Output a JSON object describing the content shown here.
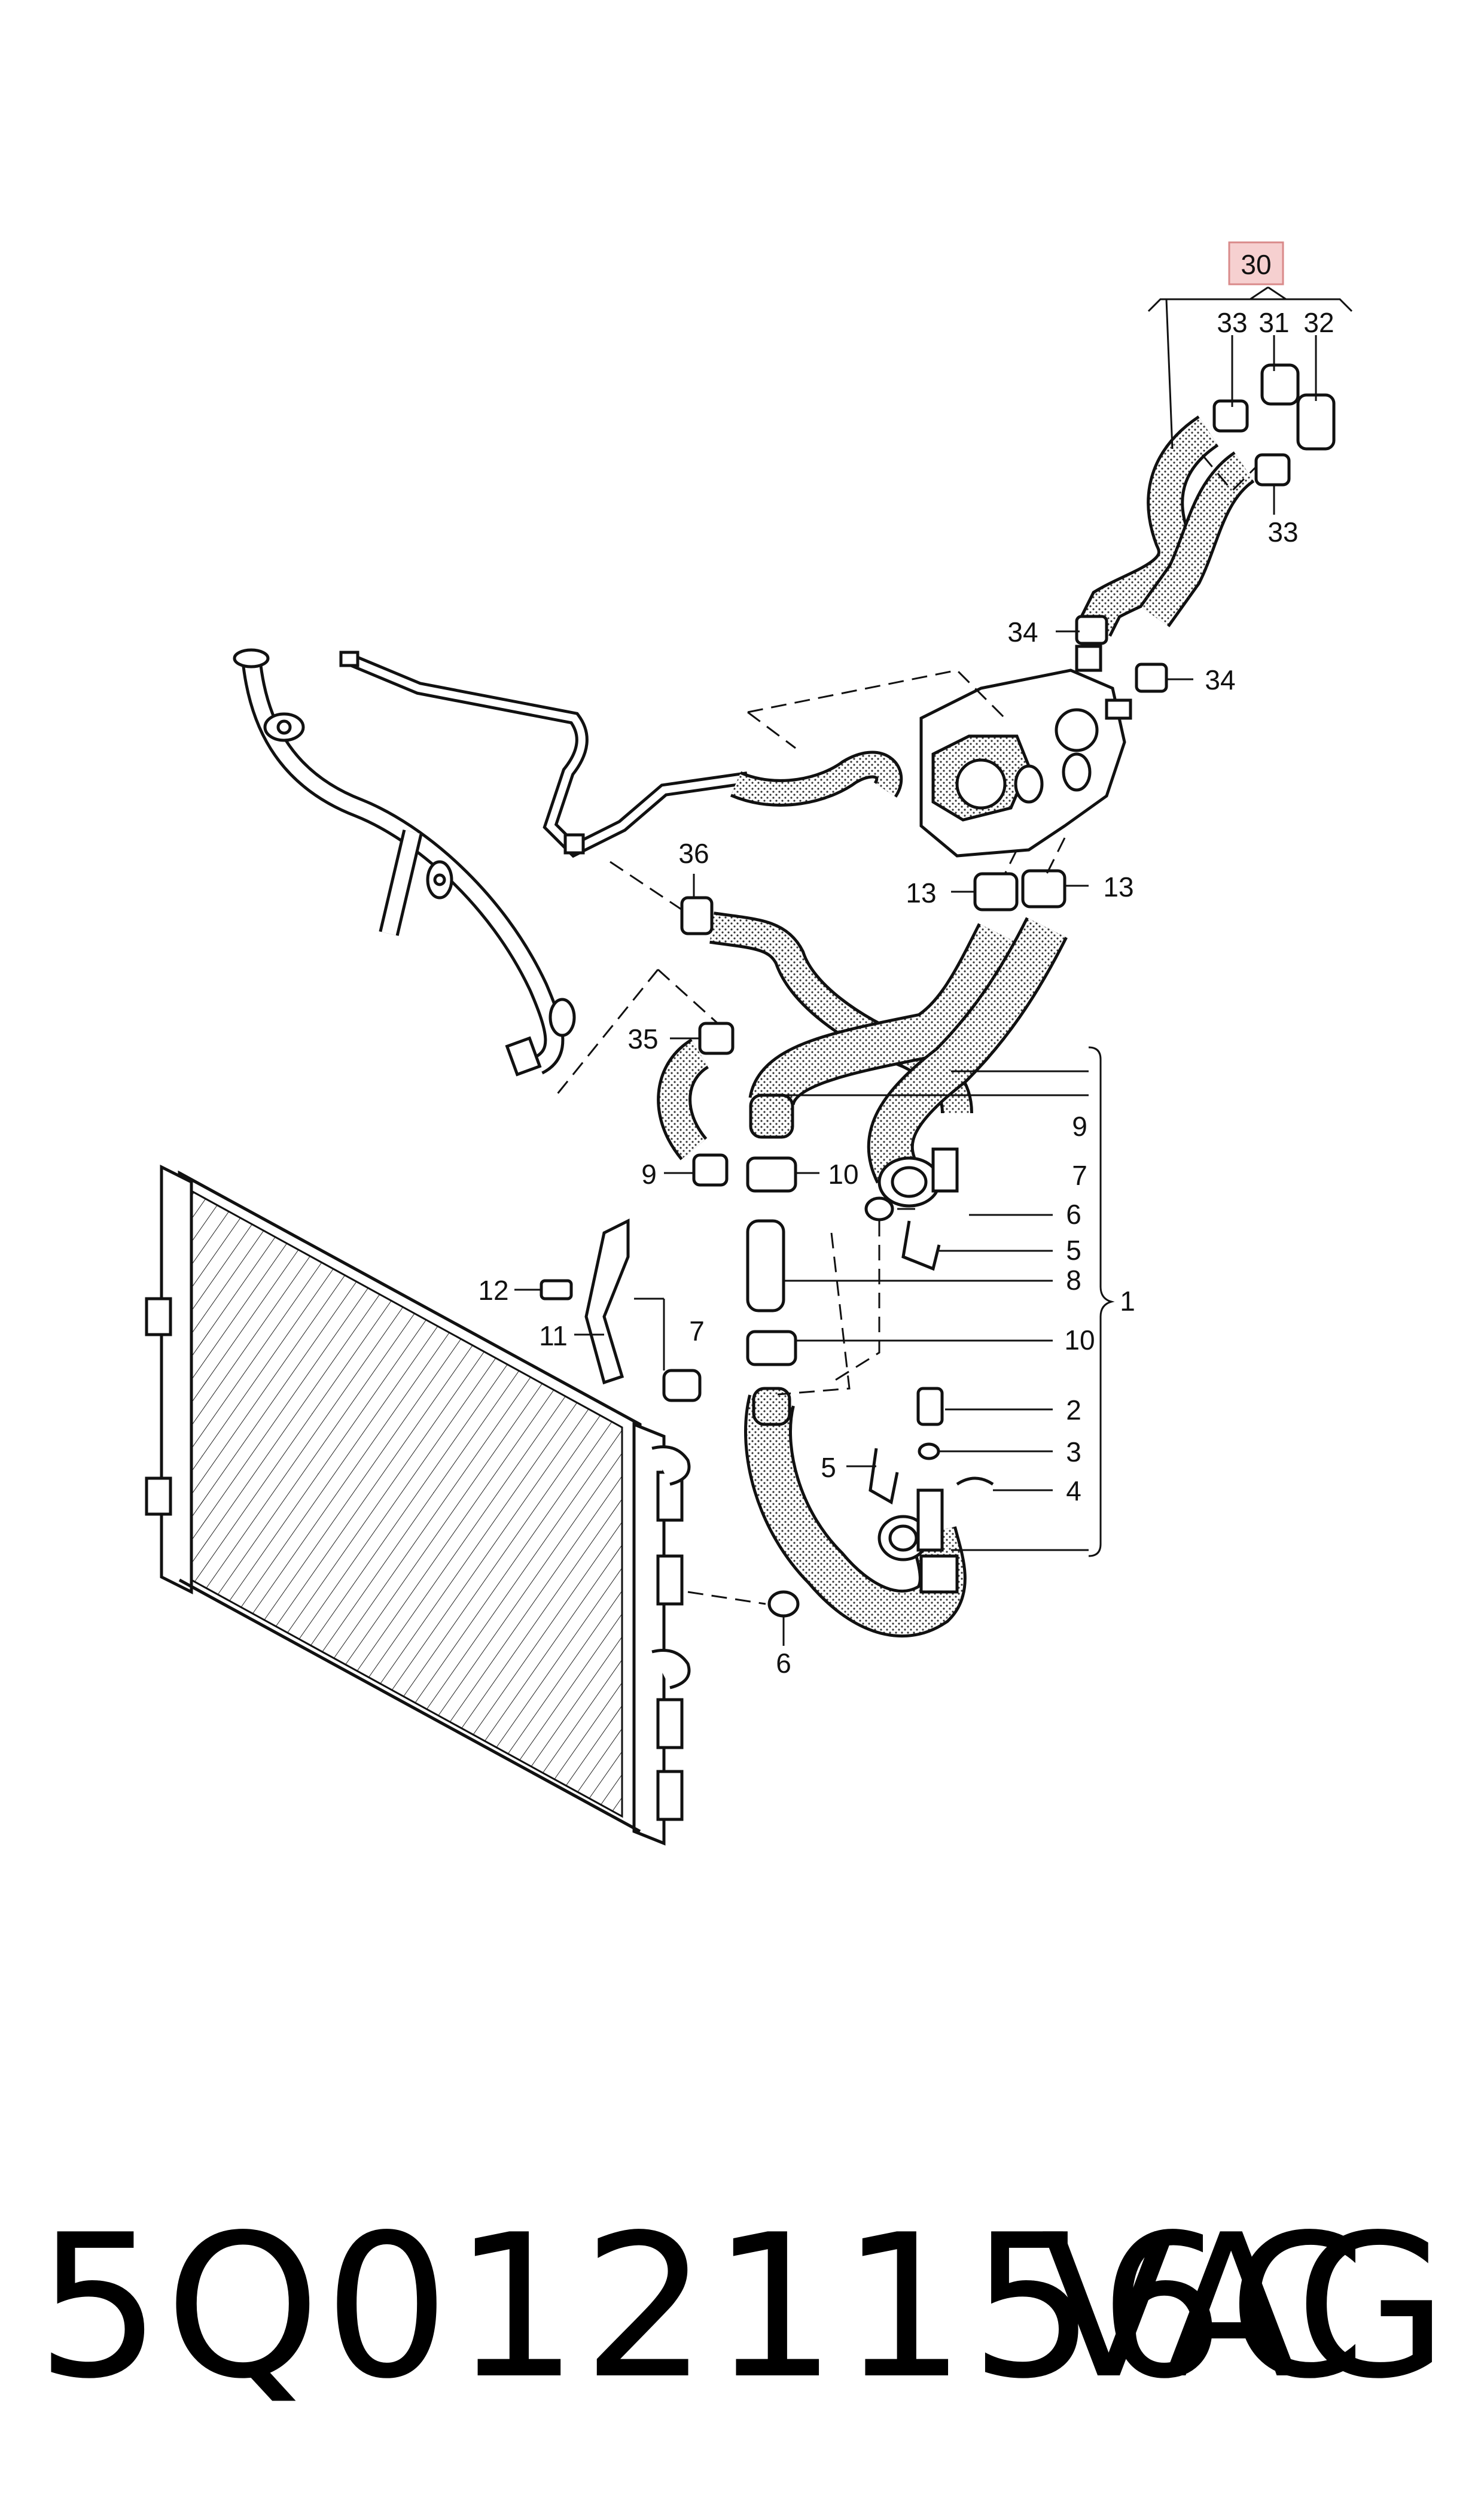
{
  "highlight_color": "#f6d0d0",
  "labels": {
    "l30": "30",
    "l33a": "33",
    "l31": "31",
    "l32": "32",
    "l33b": "33",
    "l34a": "34",
    "l34b": "34",
    "l13a": "13",
    "l13b": "13",
    "l36": "36",
    "l35": "35",
    "l9a": "9",
    "l10a": "10",
    "l9b": "9",
    "l7a": "7",
    "l6a": "6",
    "l5a": "5",
    "l8": "8",
    "l10b": "10",
    "l1": "1",
    "l12": "12",
    "l11": "11",
    "l7b": "7",
    "l2": "2",
    "l3": "3",
    "l5b": "5",
    "l4": "4",
    "l6b": "6"
  },
  "footer": {
    "part_number": "5Q0121156C",
    "brand": "VAG"
  }
}
